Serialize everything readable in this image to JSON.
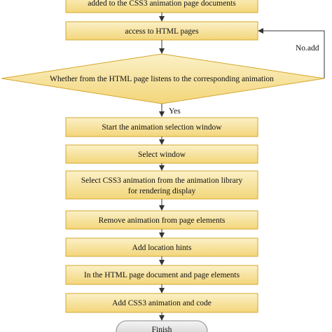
{
  "colors": {
    "box_fill_top": "#fbf1c8",
    "box_fill_bottom": "#f3d67a",
    "box_stroke": "#d4a72c",
    "connector": "#333333",
    "terminal_fill_top": "#f5f5f5",
    "terminal_fill_bottom": "#c8c8c8",
    "terminal_stroke": "#8a8a8a"
  },
  "flowchart": {
    "steps": {
      "add_to_docs": "added to the CSS3 animation page documents",
      "access_html": "access to HTML pages",
      "decision": "Whether from the HTML page listens to the corresponding animation",
      "decision_no": "No.add",
      "decision_yes": "Yes",
      "start_window": "Start the animation selection window",
      "select_window": "Select window",
      "select_css3_line1": "Select CSS3 animation from the animation library",
      "select_css3_line2": "for rendering display",
      "remove_animation": "Remove animation from page elements",
      "add_location": "Add location hints",
      "in_html_doc": "In the HTML page document and page elements",
      "add_css3_code": "Add CSS3 animation and code",
      "finish": "Finish"
    }
  }
}
